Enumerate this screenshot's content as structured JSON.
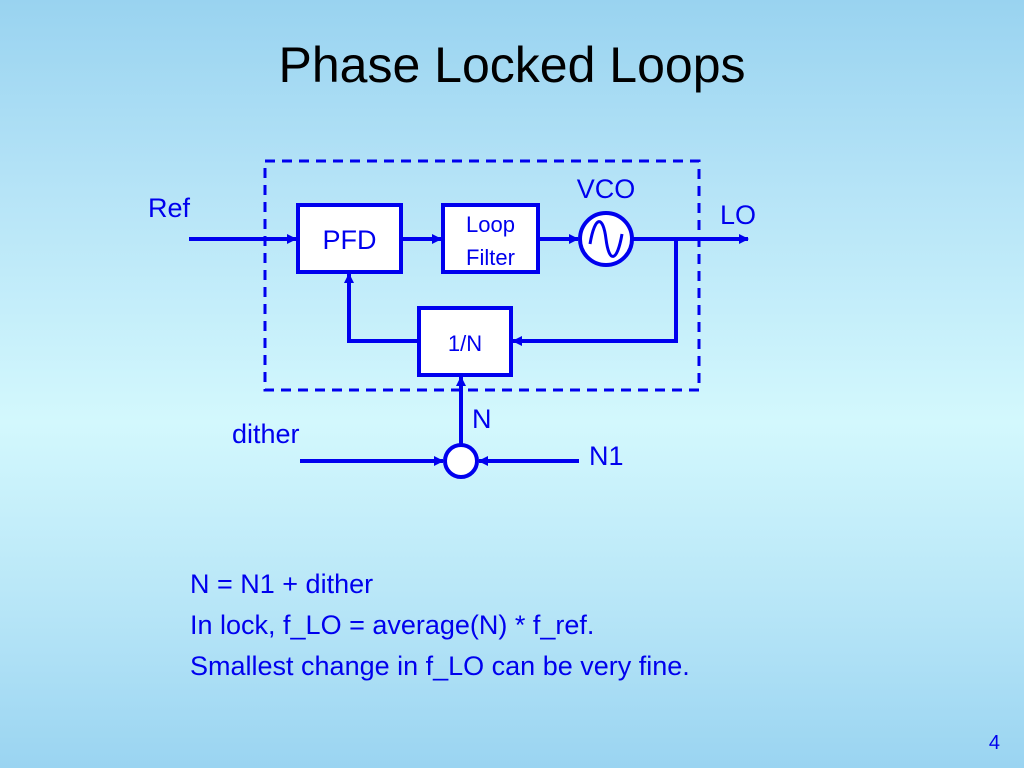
{
  "slide": {
    "title": "Phase Locked Loops",
    "page_number": "4"
  },
  "diagram": {
    "inputs": {
      "ref": "Ref",
      "dither": "dither",
      "n1": "N1"
    },
    "outputs": {
      "lo": "LO"
    },
    "blocks": {
      "pfd": "PFD",
      "loop_filter_line1": "Loop",
      "loop_filter_line2": "Filter",
      "vco": "VCO",
      "divider": "1/N"
    },
    "signals": {
      "n": "N"
    },
    "colors": {
      "stroke": "#0000ee",
      "block_fill": "#ffffff",
      "boundary": "#0000ee"
    }
  },
  "notes": [
    "N = N1 + dither",
    "In lock, f_LO = average(N) * f_ref.",
    "Smallest change in f_LO can be very fine."
  ]
}
